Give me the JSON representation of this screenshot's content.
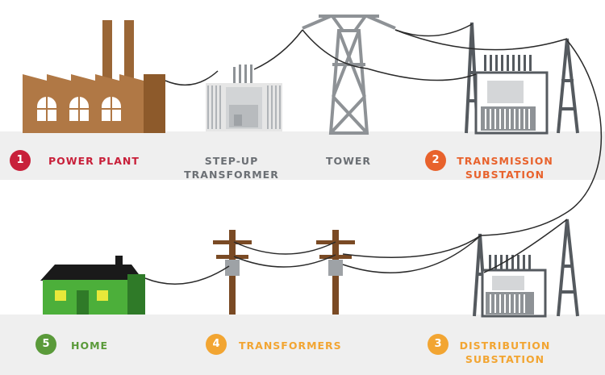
{
  "colors": {
    "power_plant": "#c8203a",
    "transmission": "#e8622c",
    "distribution": "#f2a532",
    "transformers": "#f2a532",
    "home": "#5a9a3a",
    "label_dark": "#6b6f74",
    "ground": "#efefef",
    "brick": "#a8703f",
    "steel": "#8e9296",
    "wood": "#7a4a24",
    "house_green": "#3f9a35"
  },
  "top_row": {
    "power_plant": {
      "number": "1",
      "label": "POWER PLANT"
    },
    "step_up": {
      "line1": "STEP-UP",
      "line2": "TRANSFORMER"
    },
    "tower": {
      "label": "TOWER"
    },
    "transmission": {
      "number": "2",
      "line1": "TRANSMISSION",
      "line2": "SUBSTATION"
    }
  },
  "bottom_row": {
    "home": {
      "number": "5",
      "label": "HOME"
    },
    "transformers": {
      "number": "4",
      "label": "TRANSFORMERS"
    },
    "distribution": {
      "number": "3",
      "line1": "DISTRIBUTION",
      "line2": "SUBSTATION"
    }
  }
}
